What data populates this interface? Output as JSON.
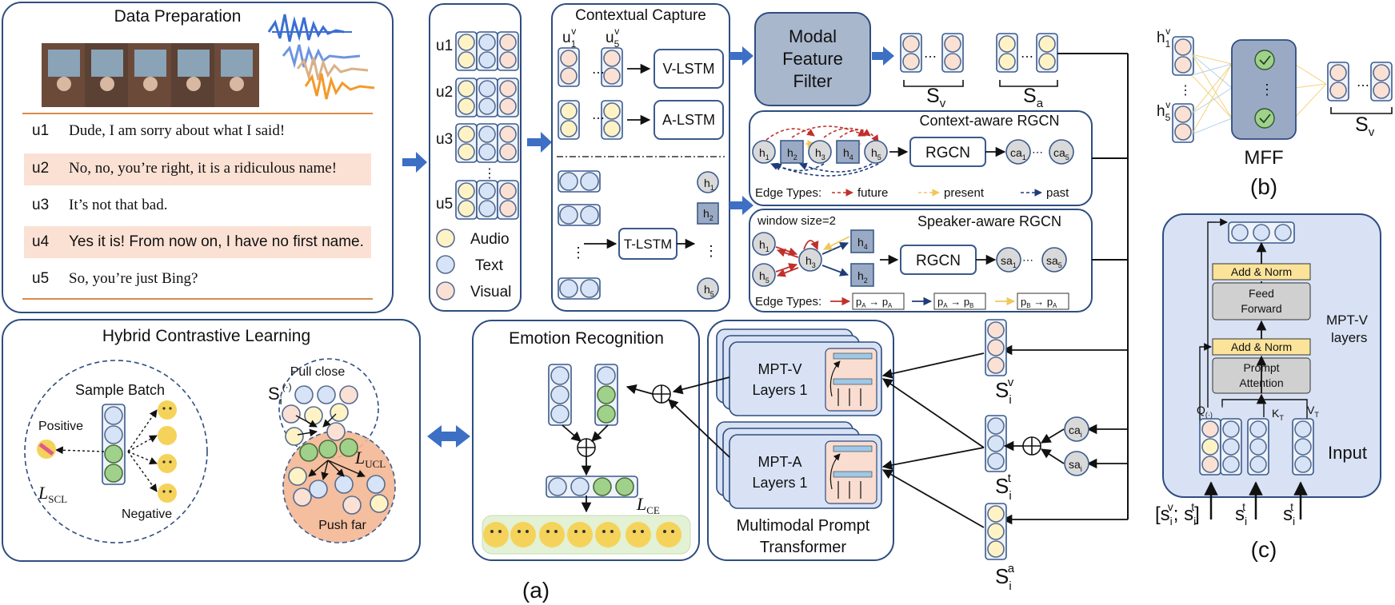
{
  "data_preparation": {
    "title": "Data Preparation",
    "utterances": [
      {
        "id": "u1",
        "text": "Dude, I am sorry about what I said!"
      },
      {
        "id": "u2",
        "text": "No, no, you’re right, it is a ridiculous name!"
      },
      {
        "id": "u3",
        "text": "It’s not that bad."
      },
      {
        "id": "u4",
        "text": "Yes it is! From now on, I have no first name."
      },
      {
        "id": "u5",
        "text": "So, you’re just Bing?"
      }
    ]
  },
  "features": {
    "rows": [
      "u1",
      "u2",
      "u3",
      "u5"
    ],
    "legend": {
      "audio": "Audio",
      "text": "Text",
      "visual": "Visual"
    },
    "colors": {
      "audio": "#fff3c6",
      "text": "#d7e3f6",
      "visual": "#fbe1d4"
    }
  },
  "contextual": {
    "title": "Contextual Capture",
    "u1v": "u",
    "u1v_sub": "1",
    "u1v_sup": "v",
    "u5v": "u",
    "u5v_sub": "5",
    "u5v_sup": "v",
    "vlstm": "V-LSTM",
    "alstm": "A-LSTM",
    "tlstm": "T-LSTM",
    "h": "h",
    "h_subs": [
      "1",
      "2",
      "5"
    ]
  },
  "mff": {
    "label_lines": [
      "Modal",
      "Feature",
      "Filter"
    ],
    "sv": "S",
    "sv_sub": "v",
    "sa": "S",
    "sa_sub": "a"
  },
  "context_rgcn": {
    "title": "Context-aware RGCN",
    "rgcn": "RGCN",
    "ca": "ca",
    "ca_subs": [
      "1",
      "5"
    ],
    "node_subs": [
      "1",
      "2",
      "3",
      "4",
      "5"
    ],
    "edge_label": "Edge Types:",
    "edges": [
      "future",
      "present",
      "past"
    ],
    "colors": {
      "future": "#c0302a",
      "present": "#f0c85a",
      "past": "#1f3b7a"
    }
  },
  "speaker_rgcn": {
    "title": "Speaker-aware RGCN",
    "window": "window size=2",
    "rgcn": "RGCN",
    "sa": "sa",
    "sa_subs": [
      "1",
      "5"
    ],
    "node_subs": [
      "1",
      "3",
      "5",
      "4",
      "2"
    ],
    "edge_label": "Edge Types:",
    "edge_types": [
      {
        "from": "p",
        "from_sub": "A",
        "to": "p",
        "to_sub": "A"
      },
      {
        "from": "p",
        "from_sub": "A",
        "to": "p",
        "to_sub": "B"
      },
      {
        "from": "p",
        "from_sub": "B",
        "to": "p",
        "to_sub": "A"
      }
    ]
  },
  "panel_b": {
    "h": "h",
    "h1_sub": "1",
    "h_sup": "v",
    "h5_sub": "5",
    "label": "MFF",
    "sv": "S",
    "sv_sub": "v",
    "caption": "(b)"
  },
  "hcl": {
    "title": "Hybrid Contrastive Learning",
    "sample_batch": "Sample Batch",
    "positive": "Positive",
    "negative": "Negative",
    "scl": "L",
    "scl_sub": "SCL",
    "pull_close": "Pull close",
    "push_far": "Push far",
    "ucl": "L",
    "ucl_sub": "UCL",
    "si": "S",
    "si_sub": "i",
    "si_sup": "(·)"
  },
  "emotion": {
    "title": "Emotion Recognition",
    "ce": "L",
    "ce_sub": "CE"
  },
  "mpt": {
    "v_label": [
      "MPT-V",
      "Layers 1"
    ],
    "a_label": [
      "MPT-A",
      "Layers 1"
    ],
    "title_lines": [
      "Multimodal Prompt",
      "Transformer"
    ]
  },
  "inputs": {
    "s": "S",
    "sub": "i",
    "sup_v": "v",
    "sup_t": "t",
    "sup_a": "a",
    "ca": "ca",
    "ca_sub": "i",
    "sa": "sa",
    "sa_sub": "i"
  },
  "panel_c": {
    "add_norm": "Add & Norm",
    "feed_forward": [
      "Feed",
      "Forward"
    ],
    "prompt_attention": [
      "Prompt",
      "Attention"
    ],
    "layers_label": [
      "MPT-V",
      "layers"
    ],
    "input": "Input",
    "q": "Q",
    "q_sub": "(·)",
    "k": "K",
    "k_sub": "T",
    "v": "V",
    "v_sub": "T",
    "in1": "[s",
    "in1_sup_v": "v",
    "in1_sub": "i",
    "in1_mid": "; s",
    "in1_sup_t": "t",
    "in1_end": "]",
    "in2": "s",
    "in2_sup": "t",
    "in2_sub": "i",
    "in3": "s",
    "in3_sup": "t",
    "in3_sub": "i",
    "caption": "(c)"
  },
  "caption_a": "(a)"
}
